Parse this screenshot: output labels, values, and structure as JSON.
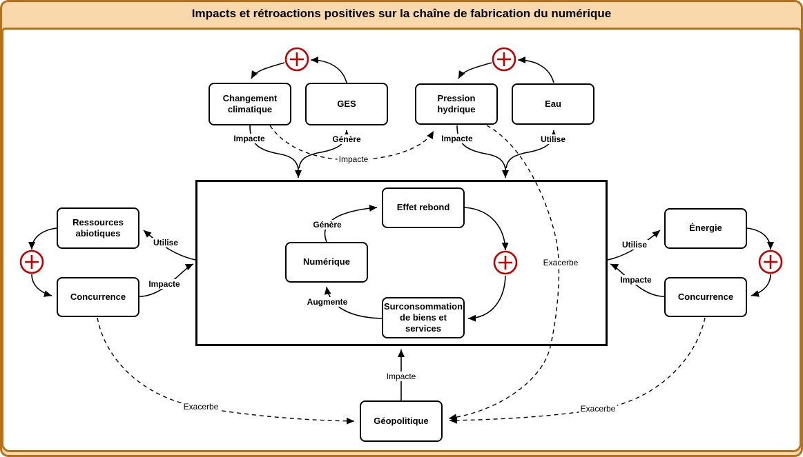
{
  "title": "Impacts et rétroactions positives sur la chaîne de fabrication du numérique",
  "nodes": {
    "changement_climatique": "Changement climatique",
    "ges": "GES",
    "pression_hydrique": "Pression hydrique",
    "eau": "Eau",
    "ressources_abiotiques": "Ressources abiotiques",
    "concurrence_gauche": "Concurrence",
    "energie": "Énergie",
    "concurrence_droite": "Concurrence",
    "effet_rebond": "Effet rebond",
    "numerique": "Numérique",
    "surconsommation": "Surconsommation de biens et services",
    "geopolitique": "Géopolitique"
  },
  "edge_labels": {
    "impacte_climat": "Impacte",
    "genere_ges": "Génère",
    "impacte_hydrique": "Impacte",
    "utilise_eau": "Utilise",
    "utilise_ressources": "Utilise",
    "impacte_concurrence_gauche": "Impacte",
    "utilise_energie": "Utilise",
    "impacte_concurrence_droite": "Impacte",
    "genere_rebond": "Génère",
    "augmente_numerique": "Augmente",
    "impacte_geopolitique": "Impacte",
    "exacerbe_gauche": "Exacerbe",
    "exacerbe_centre": "Exacerbe",
    "exacerbe_droite": "Exacerbe",
    "impacte_pointille": "Impacte"
  },
  "icons": {
    "plus_feedback": "+"
  },
  "colors": {
    "frame_fill": "#F9D9AC",
    "frame_border": "#B5701D",
    "feedback_red": "#C00000",
    "edge_black": "#000000",
    "node_fill": "#FFFFFF"
  }
}
